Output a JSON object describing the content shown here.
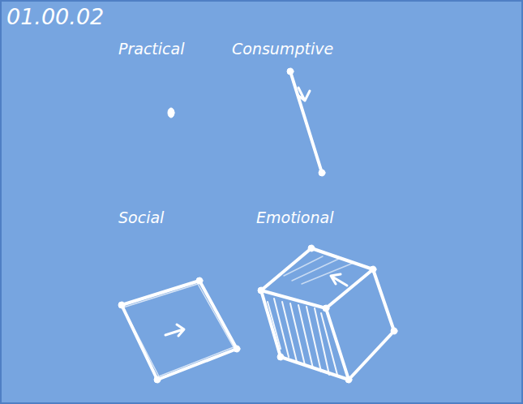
{
  "diagram": {
    "labels": [
      "01.00.02",
      "Practical",
      "Consumptive",
      "Social",
      "Emotional"
    ]
  }
}
